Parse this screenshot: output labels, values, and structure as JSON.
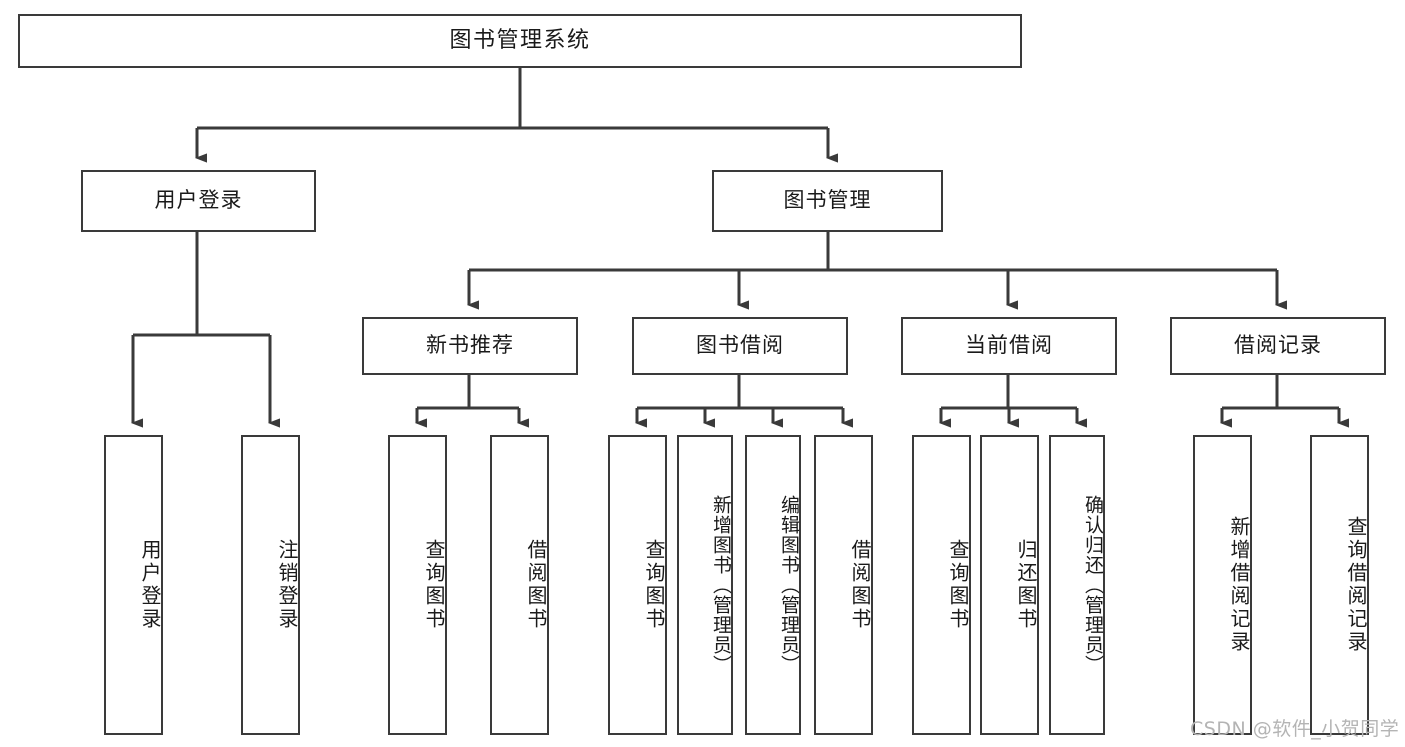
{
  "diagram": {
    "title": "图书管理系统",
    "watermark": "CSDN @软件_小贺同学",
    "colors": {
      "border": "#3a3a3a",
      "text": "#1a1a1a",
      "background": "#ffffff",
      "connector": "#3a3a3a",
      "watermark": "#b4b4b4"
    },
    "nodes": {
      "root": "图书管理系统",
      "level2": {
        "user_login": "用户登录",
        "book_management": "图书管理"
      },
      "level3": {
        "new_book_recommend": "新书推荐",
        "book_borrow": "图书借阅",
        "current_borrow": "当前借阅",
        "borrow_record": "借阅记录"
      },
      "leaves": {
        "user_login_1": "用户登录",
        "user_login_2": "注销登录",
        "recommend_1": "查询图书",
        "recommend_2": "借阅图书",
        "borrow_1": "查询图书",
        "borrow_2": "新增图书（管理员）",
        "borrow_3": "编辑图书（管理员）",
        "borrow_4": "借阅图书",
        "current_1": "查询图书",
        "current_2": "归还图书",
        "current_3": "确认归还（管理员）",
        "record_1": "新增借阅记录",
        "record_2": "查询借阅记录"
      }
    }
  }
}
